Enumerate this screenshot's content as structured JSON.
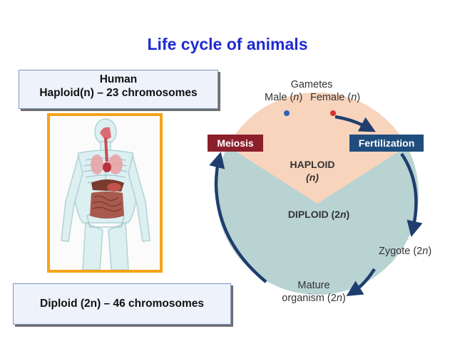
{
  "title": "Life cycle of animals",
  "human_box": {
    "line1": "Human",
    "line2": "Haploid(n) – 23 chromosomes"
  },
  "diploid_box": {
    "text": "Diploid (2n) – 46 chromosomes"
  },
  "cycle": {
    "gametes_label": "Gametes",
    "male_label": "Male (",
    "male_n": "n",
    "male_close": ")",
    "female_label": "Female (",
    "female_n": "n",
    "female_close": ")",
    "meiosis": "Meiosis",
    "fertilization": "Fertilization",
    "haploid": "HAPLOID",
    "haploid_n": "(n)",
    "diploid": "DIPLOID (2",
    "diploid_n": "n",
    "diploid_close": ")",
    "zygote": "Zygote (2",
    "zygote_n": "n",
    "zygote_close": ")",
    "mature_line1": "Mature",
    "mature_line2": "organism (2",
    "mature_n": "n",
    "mature_close": ")"
  },
  "colors": {
    "title": "#1f2bd1",
    "haploid_fill": "#f8d4bd",
    "diploid_fill": "#b9d3d2",
    "meiosis_box": "#8c1f2c",
    "fertilization_box": "#1f4d7d",
    "arrow": "#1f3e6e",
    "male_dot": "#2d64b4",
    "female_dot": "#d33434",
    "frame": "#f7a21b"
  },
  "icons": [
    "human-anatomy-figure"
  ]
}
